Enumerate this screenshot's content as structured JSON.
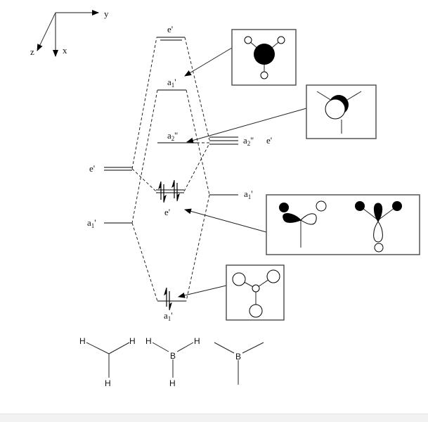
{
  "axes": {
    "x": "x",
    "y": "y",
    "z": "z"
  },
  "levels": {
    "top_eprime": {
      "base": "e",
      "sub": "",
      "prime": "'"
    },
    "top_a1prime": {
      "base": "a",
      "sub": "1",
      "prime": "'"
    },
    "a2dprime": {
      "base": "a",
      "sub": "2",
      "prime": "''"
    },
    "right_a2dprime": {
      "base": "a",
      "sub": "2",
      "prime": "''"
    },
    "right_eprime": {
      "base": "e",
      "sub": "",
      "prime": "'"
    },
    "left_eprime": {
      "base": "e",
      "sub": "",
      "prime": "'"
    },
    "right_a1prime": {
      "base": "a",
      "sub": "1",
      "prime": "'"
    },
    "bond_eprime": {
      "base": "e",
      "sub": "",
      "prime": "'"
    },
    "left_a1prime": {
      "base": "a",
      "sub": "1",
      "prime": "'"
    },
    "bottom_a1prime": {
      "base": "a",
      "sub": "1",
      "prime": "'"
    }
  },
  "molecules": {
    "h3": [
      "H",
      "H",
      "H"
    ],
    "bh3": {
      "center": "B",
      "h": [
        "H",
        "H",
        "H"
      ]
    },
    "b": "B"
  }
}
